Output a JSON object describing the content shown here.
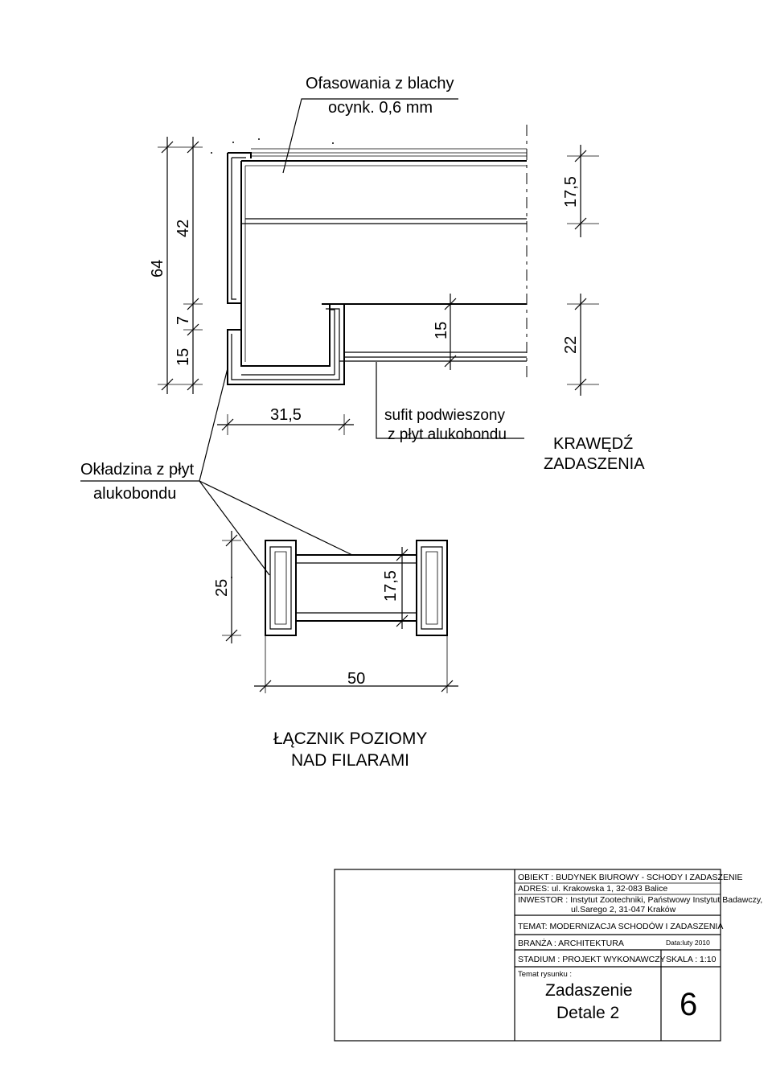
{
  "labels": {
    "flashing": [
      "Ofasowania z blachy",
      "ocynk. 0,6 mm"
    ],
    "ceiling": [
      "sufit podwieszony",
      "z płyt alukobondu"
    ],
    "edge": [
      "KRAWĘDŹ",
      "ZADASZENIA"
    ],
    "cladding": [
      "Okładzina z płyt",
      "alukobondu"
    ],
    "connector": [
      "ŁĄCZNIK POZIOMY",
      "NAD FILARAMI"
    ]
  },
  "dimensions": {
    "d64": "64",
    "d42": "42",
    "d7": "7",
    "d15_left": "15",
    "d15_mid": "15",
    "d17_5_top": "17,5",
    "d22": "22",
    "d31_5": "31,5",
    "d25": "25",
    "d17_5_lower": "17,5",
    "d50": "50"
  },
  "title_block": {
    "obiekt": "OBIEKT :  BUDYNEK BIUROWY - SCHODY I ZADASZENIE",
    "adres": "ADRES: ul. Krakowska 1, 32-083 Balice",
    "inwestor_1": "INWESTOR : Instytut Zootechniki, Państwowy Instytut Badawczy,",
    "inwestor_2": "ul.Sarego 2, 31-047 Kraków",
    "temat": "TEMAT: MODERNIZACJA SCHODÓW I ZADASZENIA",
    "branza": "BRANŻA : ARCHITEKTURA",
    "data": "Data:luty 2010",
    "stadium": "STADIUM : PROJEKT  WYKONAWCZY",
    "skala_label": "SKALA :",
    "skala_value": "1:10",
    "temat_rysunku": "Temat rysunku :",
    "drawing_title_1": "Zadaszenie",
    "drawing_title_2": "Detale 2",
    "sheet_number": "6"
  }
}
